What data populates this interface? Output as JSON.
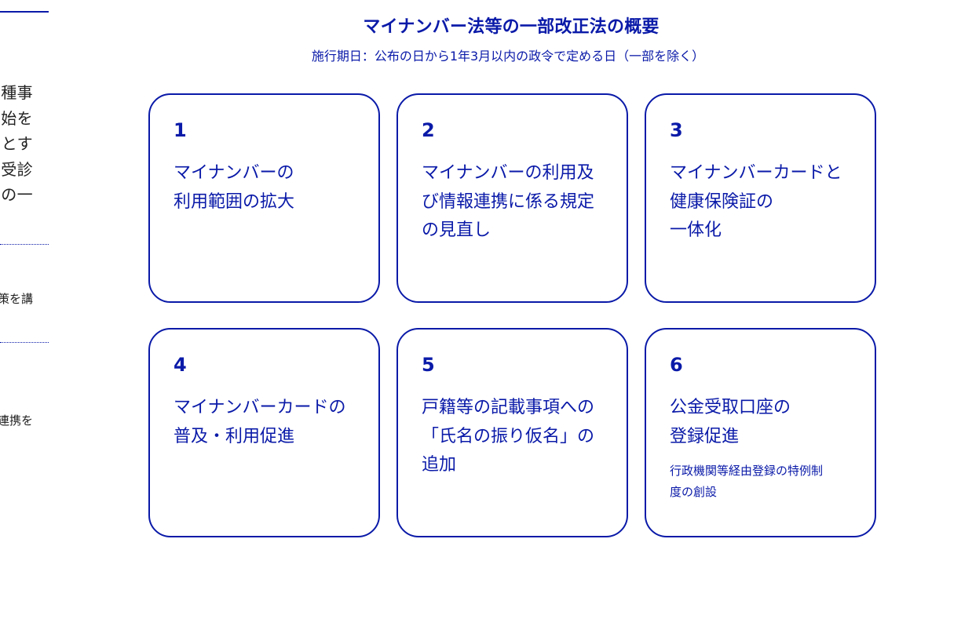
{
  "header": {
    "title": "マイナンバー法等の一部改正法の概要",
    "subtitle": "施行期日：公布の日から1年3月以内の政令で定める日（一部を除く）"
  },
  "left_panel": {
    "lines": [
      "種事",
      "始を",
      "とす",
      "受診",
      "の一"
    ],
    "snippet_1": "策を講",
    "snippet_2": "連携を"
  },
  "cards": [
    {
      "number": "1",
      "title": "マイナンバーの\n利用範囲の拡大",
      "note": ""
    },
    {
      "number": "2",
      "title": "マイナンバーの利用及\nび情報連携に係る規定\nの見直し",
      "note": ""
    },
    {
      "number": "3",
      "title": "マイナンバーカードと\n健康保険証の\n一体化",
      "note": ""
    },
    {
      "number": "4",
      "title": "マイナンバーカードの\n普及・利用促進",
      "note": ""
    },
    {
      "number": "5",
      "title": "戸籍等の記載事項への\n「氏名の振り仮名」の\n追加",
      "note": ""
    },
    {
      "number": "6",
      "title": "公金受取口座の\n登録促進",
      "note": "行政機関等経由登録の特例制\n度の創設"
    }
  ],
  "colors": {
    "accent": "#0a1aa8",
    "background": "#ffffff",
    "body_text": "#222222"
  }
}
